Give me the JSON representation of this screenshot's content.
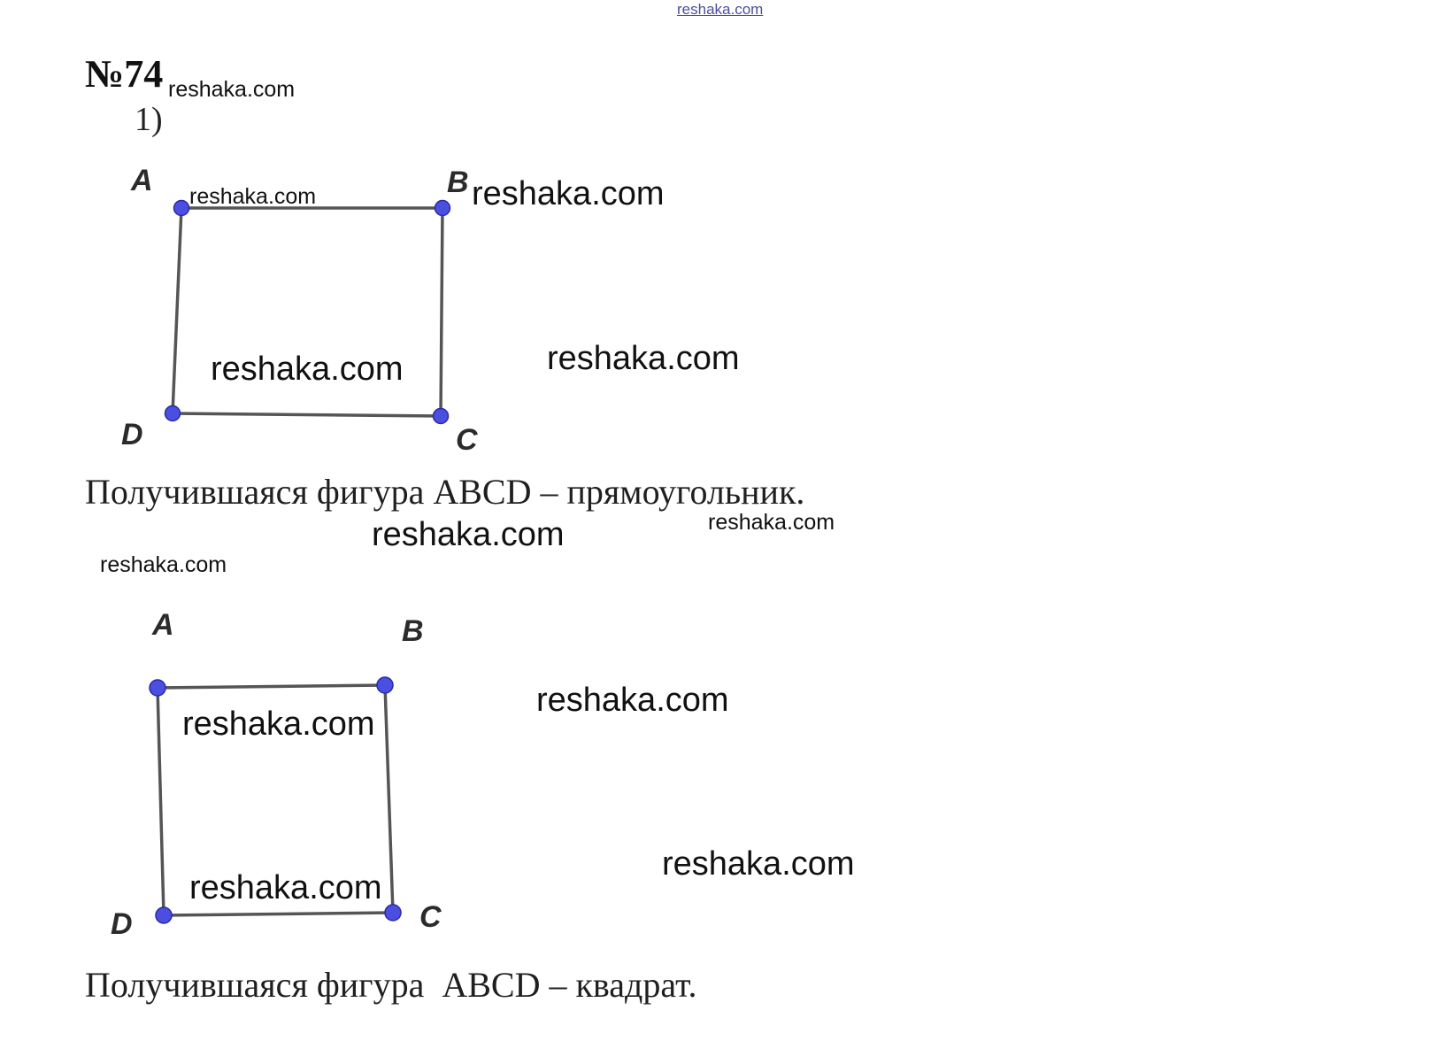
{
  "header_watermark": "reshaka.com",
  "problem": {
    "number": "№74",
    "part_label": "1)"
  },
  "figure1": {
    "vertex_labels": {
      "A": "A",
      "B": "B",
      "C": "C",
      "D": "D"
    },
    "conclusion": "Получившаяся фигура ABCD – прямоугольник."
  },
  "figure2": {
    "vertex_labels": {
      "A": "A",
      "B": "B",
      "C": "C",
      "D": "D"
    },
    "conclusion": "Получившаяся фигура  ABCD – квадрат."
  },
  "watermarks": [
    "reshaka.com",
    "reshaka.com",
    "reshaka.com",
    "reshaka.com",
    "reshaka.com",
    "reshaka.com",
    "reshaka.com",
    "reshaka.com",
    "reshaka.com",
    "reshaka.com",
    "reshaka.com",
    "reshaka.com"
  ],
  "colors": {
    "vertex_fill": "#4b4fe0",
    "edge_stroke": "#555555",
    "header_watermark": "#4a4f9c"
  }
}
